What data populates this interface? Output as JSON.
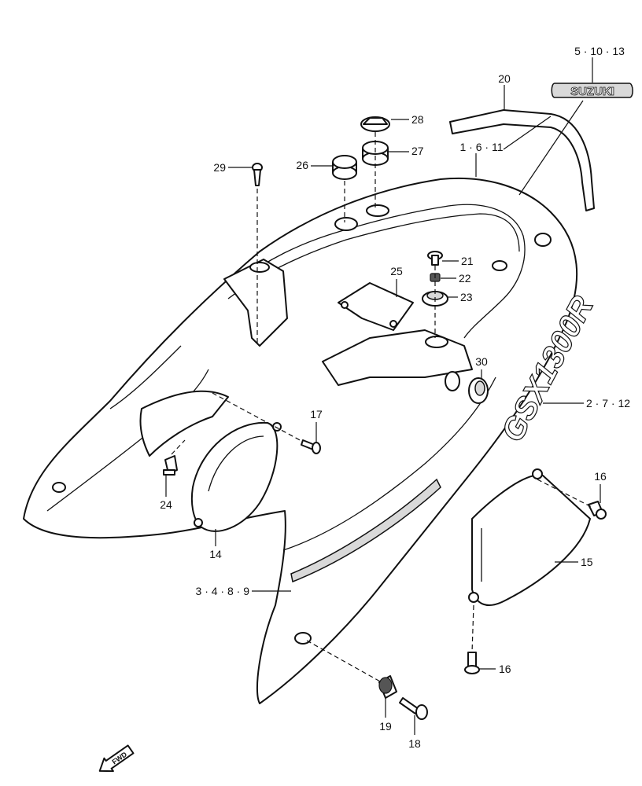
{
  "callouts": {
    "c5_10_13": "5 · 10 · 13",
    "c20": "20",
    "c28": "28",
    "c27": "27",
    "c26": "26",
    "c29": "29",
    "c1_6_11": "1 · 6 · 11",
    "c21": "21",
    "c22": "22",
    "c25": "25",
    "c23": "23",
    "c30": "30",
    "c2_7_12": "2 · 7 · 12",
    "c17": "17",
    "c24": "24",
    "c14": "14",
    "c16a": "16",
    "c15": "15",
    "c3_4_8_9": "3 · 4 · 8 · 9",
    "c16b": "16",
    "c19": "19",
    "c18": "18"
  },
  "emblem_text": "SUZUKI",
  "model_text": "GSX1300R",
  "fwd_text": "FWD"
}
